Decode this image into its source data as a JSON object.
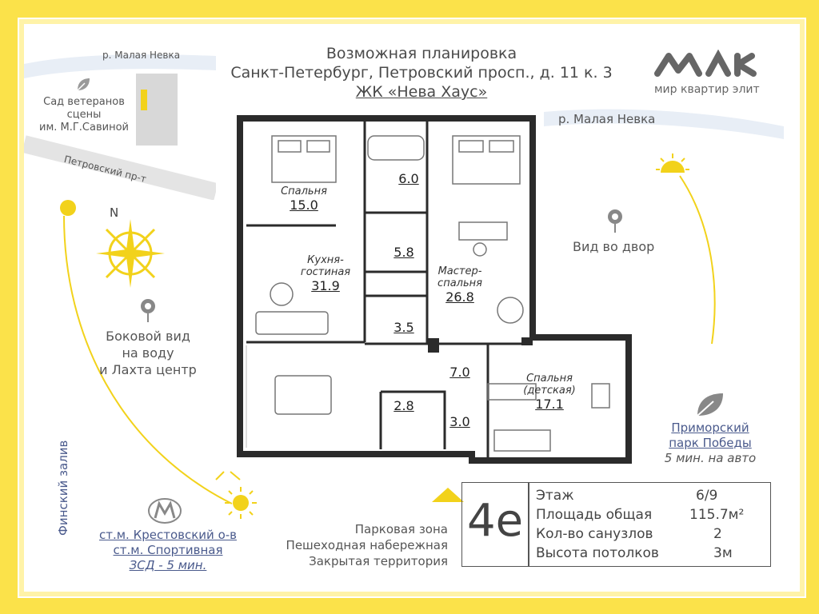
{
  "header": {
    "line1": "Возможная планировка",
    "line2": "Санкт-Петербург, Петровский просп., д. 11 к. 3",
    "line3": "ЖК «Нева Хаус»"
  },
  "brand": {
    "tagline": "мир квартир элит",
    "logo_name": "logo-icon"
  },
  "map_labels": {
    "river_top": "р. Малая Невка",
    "river_right": "р. Малая Невка",
    "garden": [
      "Сад ветеранов",
      "сцены",
      "им. М.Г.Савиной"
    ],
    "street": "Петровский пр-т",
    "compass_n": "N",
    "gulf": "Финский залив"
  },
  "views": {
    "yard": "Вид во двор",
    "side": [
      "Боковой вид",
      "на воду",
      "и Лахта центр"
    ],
    "park": [
      "Приморский",
      "парк Победы",
      "5 мин. на авто"
    ]
  },
  "metro": {
    "line1": "ст.м. Крестовский о-в",
    "line2": "ст.м. Спортивная",
    "line3": "ЗСД - 5 мин."
  },
  "features": [
    "Парковая зона",
    "Пешеходная набережная",
    "Закрытая территория"
  ],
  "rooms": [
    {
      "name": "Спальня",
      "area": "15.0"
    },
    {
      "name": "",
      "area": "6.0"
    },
    {
      "name": "",
      "area": "5.8"
    },
    {
      "name": "Кухня-\nгостиная",
      "area": "31.9"
    },
    {
      "name": "",
      "area": "3.5"
    },
    {
      "name": "Мастер-\nспальня",
      "area": "26.8"
    },
    {
      "name": "",
      "area": "7.0"
    },
    {
      "name": "",
      "area": "2.8"
    },
    {
      "name": "",
      "area": "3.0"
    },
    {
      "name": "Спальня\n(детская)",
      "area": "17.1"
    }
  ],
  "plan_code": "4е",
  "info": [
    {
      "label": "Этаж",
      "value": "6/9"
    },
    {
      "label": "Площадь общая",
      "value": "115.7м²"
    },
    {
      "label": "Кол-во санузлов",
      "value": "2"
    },
    {
      "label": "Высота потолков",
      "value": "3м"
    }
  ],
  "colors": {
    "frame": "#FBE24A",
    "wall": "#2B2B2B",
    "accent": "#F2D21B",
    "text": "#444444",
    "link": "#4A5A8C"
  }
}
